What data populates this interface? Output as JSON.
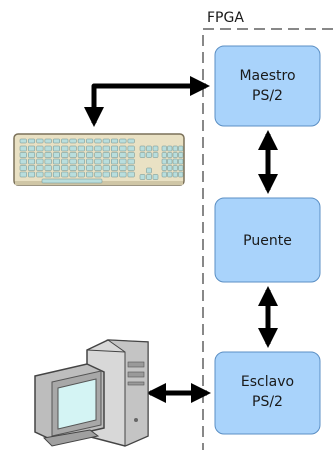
{
  "fpga": {
    "label": "FPGA"
  },
  "blocks": {
    "master": {
      "line1": "Maestro",
      "line2": "PS/2"
    },
    "bridge": {
      "line1": "Puente"
    },
    "slave": {
      "line1": "Esclavo",
      "line2": "PS/2"
    }
  },
  "devices": {
    "keyboard": {
      "icon": "keyboard-icon"
    },
    "computer": {
      "icon": "computer-icon"
    }
  },
  "colors": {
    "block_fill": "#a9d3fb",
    "block_stroke": "#5b8fc4",
    "fpga_border": "#888888",
    "arrow": "#000000"
  }
}
